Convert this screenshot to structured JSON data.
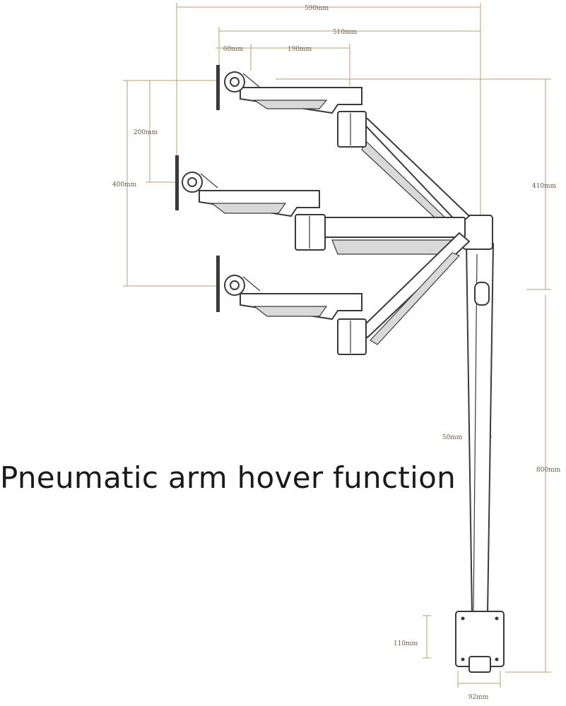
{
  "caption": "Pneumatic arm hover function",
  "dimensions": {
    "overall_reach": "590mm",
    "reach_inner": "510mm",
    "vesa_offset": "60mm",
    "tray_length": "190mm",
    "step_height": "200mm",
    "total_travel": "400mm",
    "arm_height": "410mm",
    "pole_height": "800mm",
    "pole_width": "50mm",
    "clamp_height": "110mm",
    "base_width": "92mm"
  },
  "colors": {
    "line": "#3a3a3a",
    "dimension": "#b89e7a",
    "caption": "#1a1a1a"
  }
}
